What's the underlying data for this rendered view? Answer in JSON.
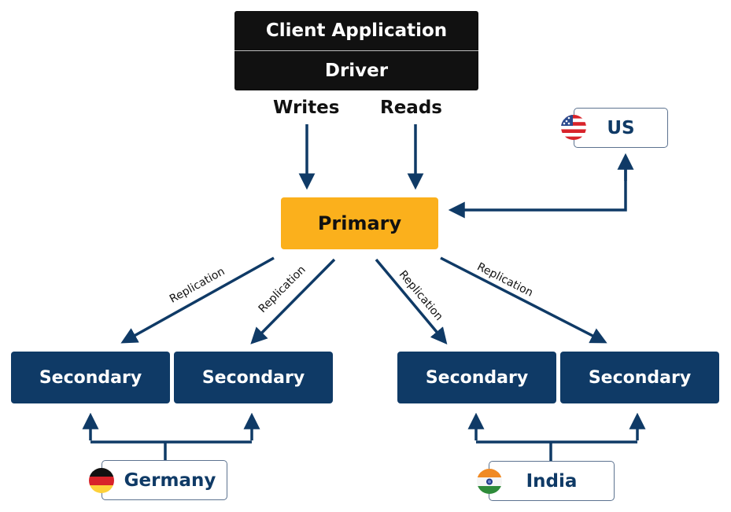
{
  "client": {
    "application_label": "Client Application",
    "driver_label": "Driver"
  },
  "flows": {
    "writes_label": "Writes",
    "reads_label": "Reads"
  },
  "primary": {
    "label": "Primary"
  },
  "replication_label": "Replication",
  "secondaries": [
    {
      "label": "Secondary",
      "region": "Germany"
    },
    {
      "label": "Secondary",
      "region": "Germany"
    },
    {
      "label": "Secondary",
      "region": "India"
    },
    {
      "label": "Secondary",
      "region": "India"
    }
  ],
  "regions": {
    "us": {
      "label": "US",
      "flag_icon": "us-flag-icon"
    },
    "germany": {
      "label": "Germany",
      "flag_icon": "germany-flag-icon"
    },
    "india": {
      "label": "India",
      "flag_icon": "india-flag-icon"
    }
  },
  "colors": {
    "primary_fill": "#fbb01c",
    "secondary_fill": "#0f3a66",
    "arrow": "#0f3a66",
    "client_fill": "#111111",
    "region_border": "#5d7390"
  }
}
